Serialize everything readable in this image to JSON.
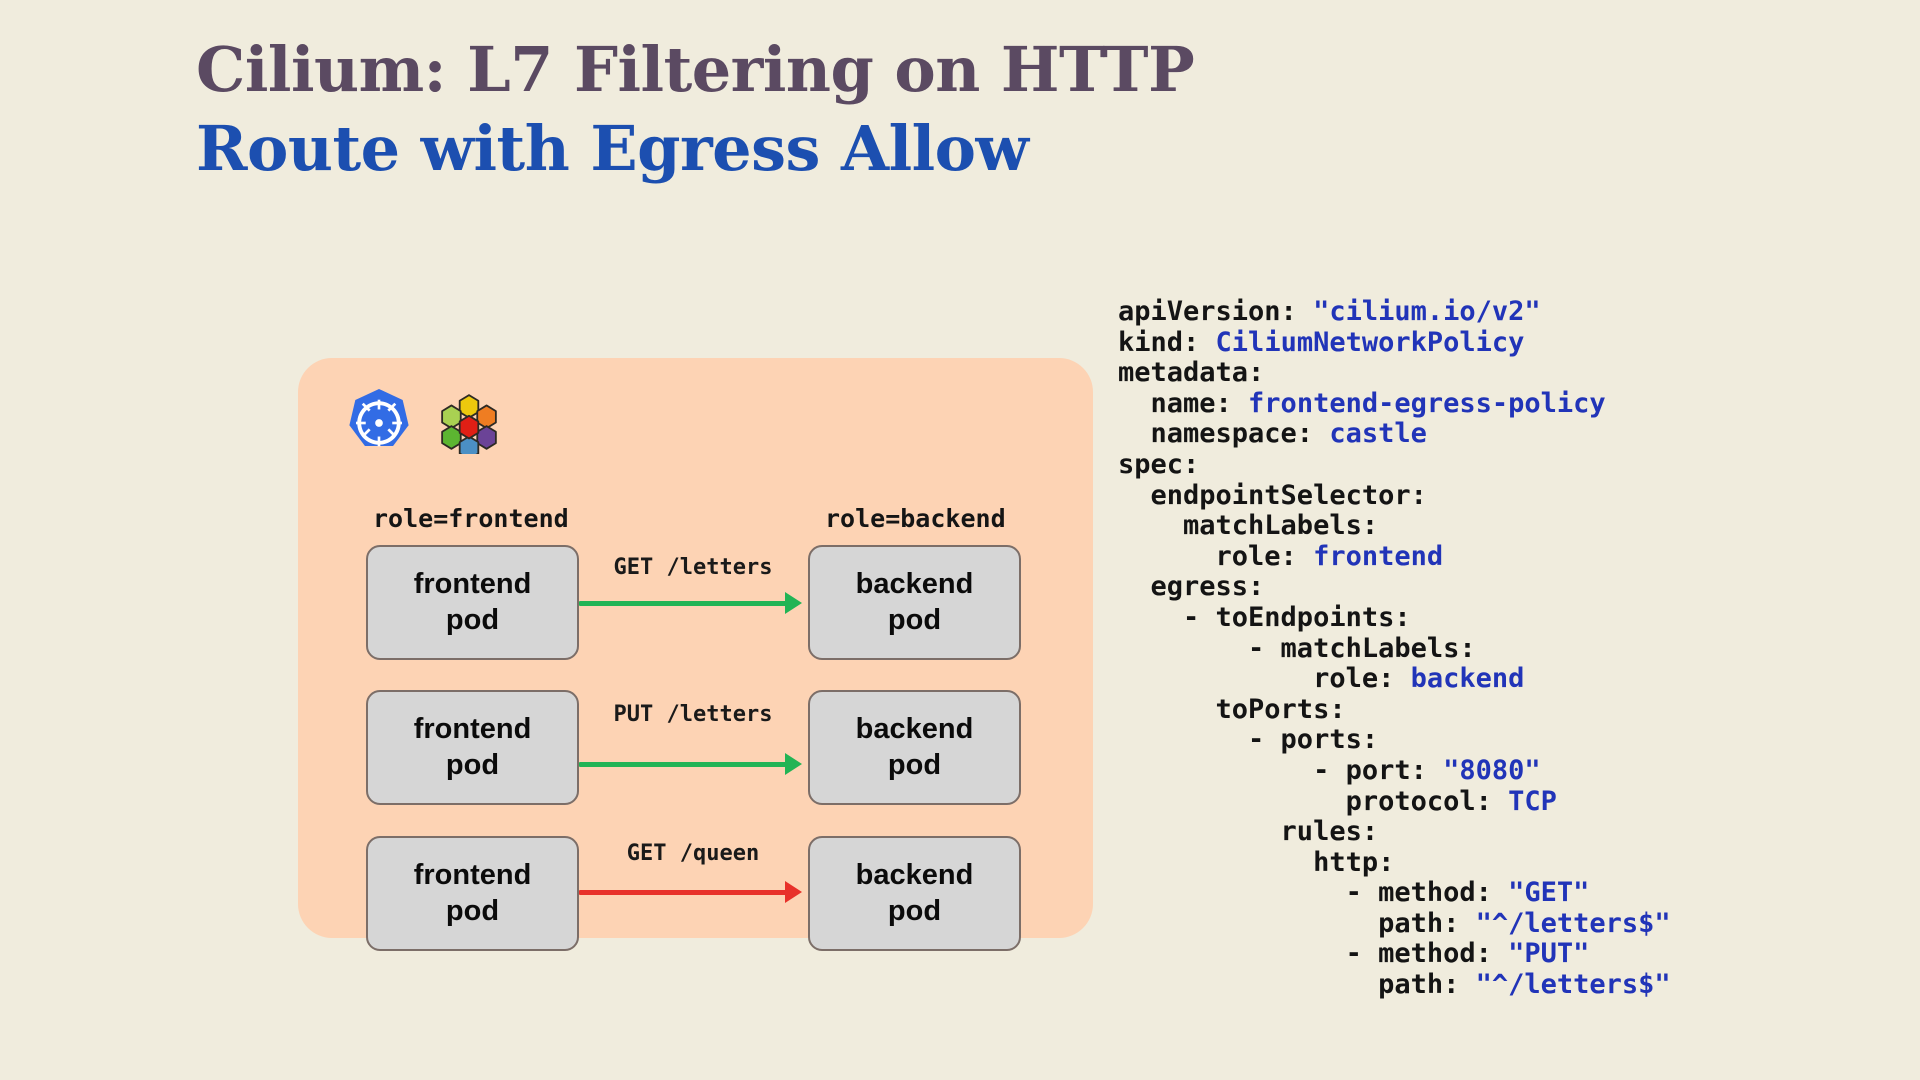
{
  "title": {
    "line1": "Cilium: L7 Filtering on HTTP",
    "line2": "Route with Egress Allow",
    "color1": "#5b4a62",
    "color2": "#1c4fb0"
  },
  "colors": {
    "page_background": "#f0ecdd",
    "panel_background": "#fdd3b4",
    "pod_fill": "#d6d6d6",
    "pod_border": "#7c6e68",
    "arrow_allow": "#22b455",
    "arrow_deny": "#e8312a",
    "yaml_key": "#141414",
    "yaml_value": "#2134b8",
    "k8s_blue": "#326ce5"
  },
  "diagram": {
    "icons": [
      {
        "name": "kubernetes-icon",
        "label": "kubernetes"
      },
      {
        "name": "cilium-hexagons-icon",
        "label": "cilium"
      }
    ],
    "column_labels": {
      "left": "role=frontend",
      "right": "role=backend"
    },
    "rows": [
      {
        "source_line1": "frontend",
        "source_line2": "pod",
        "target_line1": "backend",
        "target_line2": "pod",
        "arrow_label": "GET /letters",
        "arrow_state": "allow",
        "arrow_color": "#22b455"
      },
      {
        "source_line1": "frontend",
        "source_line2": "pod",
        "target_line1": "backend",
        "target_line2": "pod",
        "arrow_label": "PUT /letters",
        "arrow_state": "allow",
        "arrow_color": "#22b455"
      },
      {
        "source_line1": "frontend",
        "source_line2": "pod",
        "target_line1": "backend",
        "target_line2": "pod",
        "arrow_label": "GET /queen",
        "arrow_state": "deny",
        "arrow_color": "#e8312a"
      }
    ]
  },
  "yaml": {
    "lines": [
      [
        {
          "t": "apiVersion: ",
          "c": "k"
        },
        {
          "t": "\"cilium.io/v2\"",
          "c": "v"
        }
      ],
      [
        {
          "t": "kind: ",
          "c": "k"
        },
        {
          "t": "CiliumNetworkPolicy",
          "c": "v"
        }
      ],
      [
        {
          "t": "metadata:",
          "c": "k"
        }
      ],
      [
        {
          "t": "  name: ",
          "c": "k"
        },
        {
          "t": "frontend-egress-policy",
          "c": "v"
        }
      ],
      [
        {
          "t": "  namespace: ",
          "c": "k"
        },
        {
          "t": "castle",
          "c": "v"
        }
      ],
      [
        {
          "t": "spec:",
          "c": "k"
        }
      ],
      [
        {
          "t": "  endpointSelector:",
          "c": "k"
        }
      ],
      [
        {
          "t": "    matchLabels:",
          "c": "k"
        }
      ],
      [
        {
          "t": "      role: ",
          "c": "k"
        },
        {
          "t": "frontend",
          "c": "v"
        }
      ],
      [
        {
          "t": "  egress:",
          "c": "k"
        }
      ],
      [
        {
          "t": "    - toEndpoints:",
          "c": "k"
        }
      ],
      [
        {
          "t": "        - matchLabels:",
          "c": "k"
        }
      ],
      [
        {
          "t": "            role: ",
          "c": "k"
        },
        {
          "t": "backend",
          "c": "v"
        }
      ],
      [
        {
          "t": "      toPorts:",
          "c": "k"
        }
      ],
      [
        {
          "t": "        - ports:",
          "c": "k"
        }
      ],
      [
        {
          "t": "            - port: ",
          "c": "k"
        },
        {
          "t": "\"8080\"",
          "c": "v"
        }
      ],
      [
        {
          "t": "              protocol: ",
          "c": "k"
        },
        {
          "t": "TCP",
          "c": "v"
        }
      ],
      [
        {
          "t": "          rules:",
          "c": "k"
        }
      ],
      [
        {
          "t": "            http:",
          "c": "k"
        }
      ],
      [
        {
          "t": "              - method: ",
          "c": "k"
        },
        {
          "t": "\"GET\"",
          "c": "v"
        }
      ],
      [
        {
          "t": "                path: ",
          "c": "k"
        },
        {
          "t": "\"^/letters$\"",
          "c": "v"
        }
      ],
      [
        {
          "t": "              - method: ",
          "c": "k"
        },
        {
          "t": "\"PUT\"",
          "c": "v"
        }
      ],
      [
        {
          "t": "                path: ",
          "c": "k"
        },
        {
          "t": "\"^/letters$\"",
          "c": "v"
        }
      ]
    ]
  }
}
